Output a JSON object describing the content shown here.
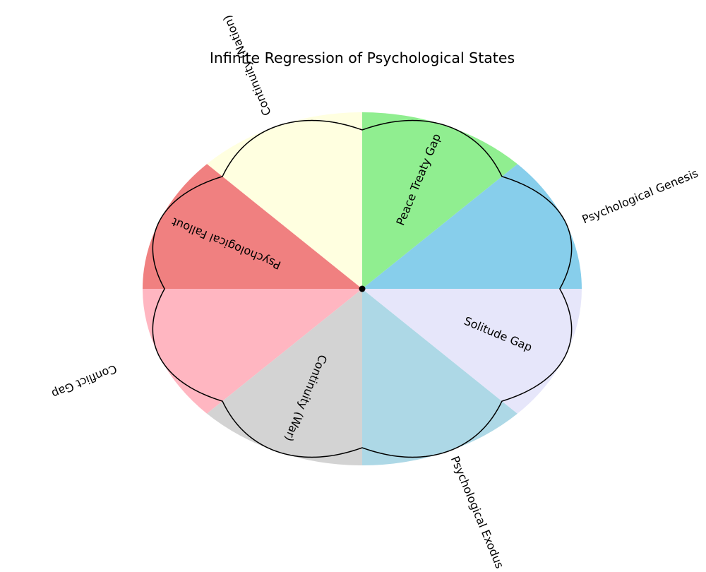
{
  "chart_data": {
    "type": "pie",
    "title": "Infinite Regression of Psychological States",
    "segments": [
      {
        "label": "Psychological Genesis",
        "value": 1,
        "color": "#87CEEB"
      },
      {
        "label": "Peace Treaty Gap",
        "value": 1,
        "color": "#90EE90"
      },
      {
        "label": "Continuity (Nation)",
        "value": 1,
        "color": "#FFFFE0"
      },
      {
        "label": "Psychological Fallout",
        "value": 1,
        "color": "#F08080"
      },
      {
        "label": "Conflict Gap",
        "value": 1,
        "color": "#FFB6C1"
      },
      {
        "label": "Continuity (War)",
        "value": 1,
        "color": "#D3D3D3"
      },
      {
        "label": "Psychological Exodus",
        "value": 1,
        "color": "#ADD8E6"
      },
      {
        "label": "Solitude Gap",
        "value": 1,
        "color": "#E6E6FA"
      }
    ],
    "start_angle_deg": 0,
    "direction": "counterclockwise",
    "center_marker": true,
    "overlay": "flower-outline"
  }
}
